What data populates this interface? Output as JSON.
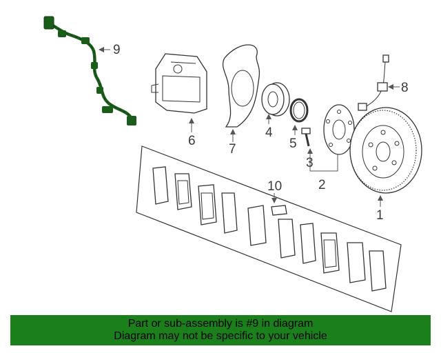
{
  "diagram": {
    "callouts": [
      "9",
      "8",
      "6",
      "7",
      "4",
      "5",
      "3",
      "2",
      "10",
      "1"
    ]
  },
  "banner": {
    "line1": "Part or sub-assembly is #9 in diagram",
    "line2": "Diagram may not be specific to your vehicle",
    "background": "#1b7f1b"
  },
  "colors": {
    "highlight_part": "#1a5c1a"
  }
}
